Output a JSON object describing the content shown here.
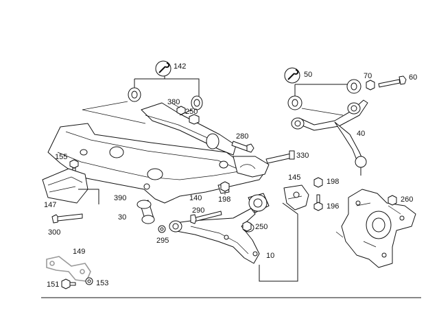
{
  "callouts": [
    {
      "id": "c142",
      "text": "142"
    },
    {
      "id": "c50",
      "text": "50"
    },
    {
      "id": "c70",
      "text": "70"
    },
    {
      "id": "c60",
      "text": "60"
    },
    {
      "id": "c380",
      "text": "380"
    },
    {
      "id": "c250a",
      "text": "250"
    },
    {
      "id": "c40",
      "text": "40"
    },
    {
      "id": "c280",
      "text": "280"
    },
    {
      "id": "c330",
      "text": "330"
    },
    {
      "id": "c145",
      "text": "145"
    },
    {
      "id": "c155",
      "text": "155"
    },
    {
      "id": "c198a",
      "text": "198"
    },
    {
      "id": "c198b",
      "text": "198"
    },
    {
      "id": "c196",
      "text": "196"
    },
    {
      "id": "c260",
      "text": "260"
    },
    {
      "id": "c147",
      "text": "147"
    },
    {
      "id": "c390",
      "text": "390"
    },
    {
      "id": "c140",
      "text": "140"
    },
    {
      "id": "c290",
      "text": "290"
    },
    {
      "id": "c30",
      "text": "30"
    },
    {
      "id": "c250b",
      "text": "250"
    },
    {
      "id": "c300",
      "text": "300"
    },
    {
      "id": "c295",
      "text": "295"
    },
    {
      "id": "c10",
      "text": "10"
    },
    {
      "id": "c149",
      "text": "149"
    },
    {
      "id": "c151",
      "text": "151"
    },
    {
      "id": "c153",
      "text": "153"
    }
  ],
  "icons": {
    "tool_142": "wrench-icon",
    "tool_50": "wrench-icon"
  }
}
